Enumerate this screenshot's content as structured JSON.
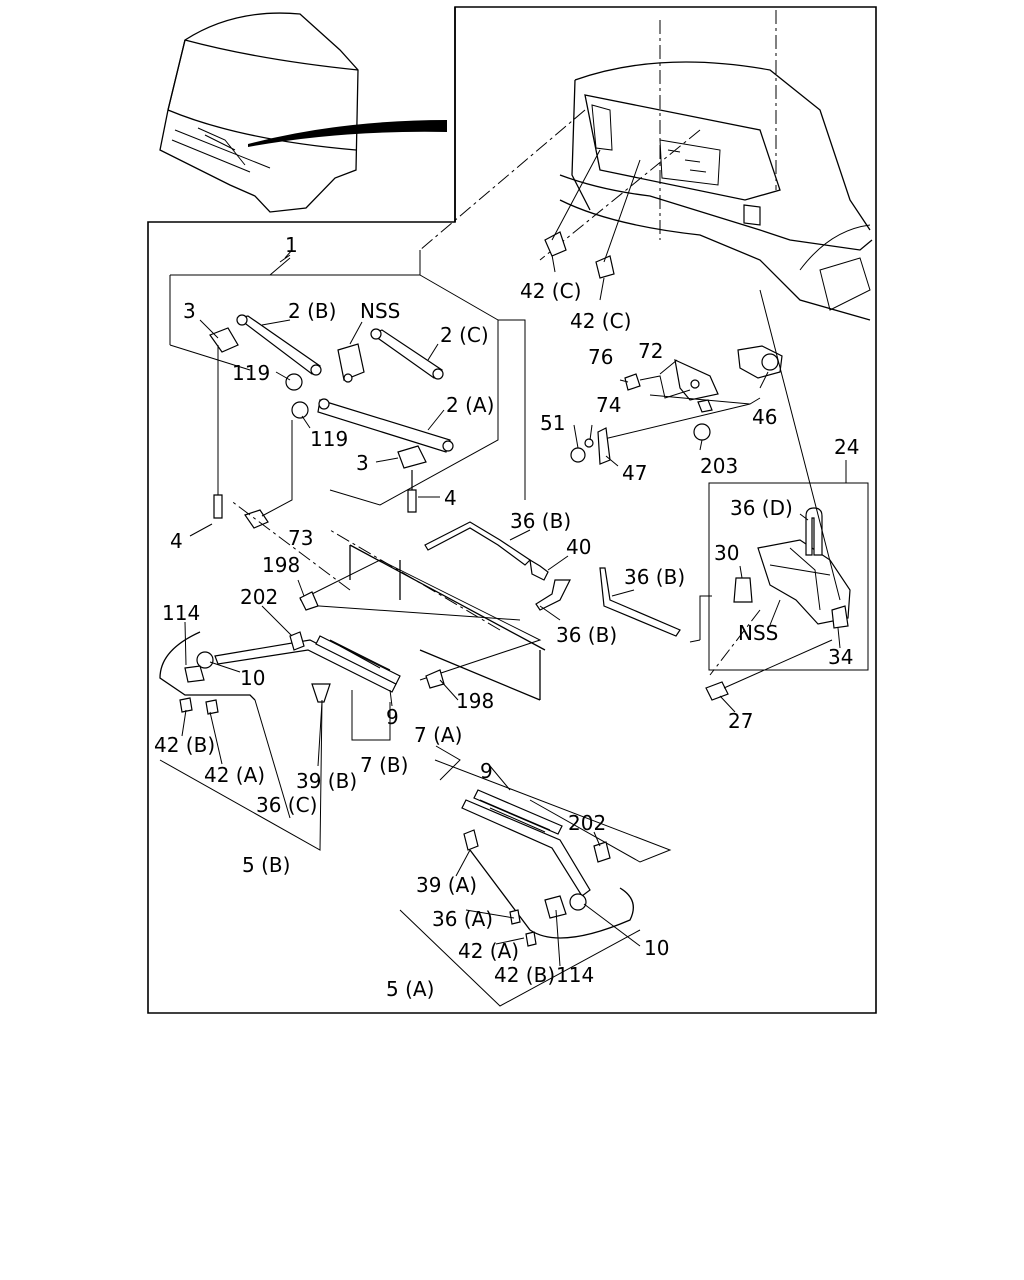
{
  "labels": {
    "l_1": "1",
    "l_3a": "3",
    "l_2b": "2 (B)",
    "l_nss1": "NSS",
    "l_2c": "2 (C)",
    "l_119a": "119",
    "l_119b": "119",
    "l_2a": "2 (A)",
    "l_3b": "3",
    "l_4a": "4",
    "l_4b": "4",
    "l_73": "73",
    "l_42c1": "42 (C)",
    "l_42c2": "42 (C)",
    "l_76": "76",
    "l_72": "72",
    "l_46": "46",
    "l_51": "51",
    "l_74": "74",
    "l_47": "47",
    "l_203": "203",
    "l_24": "24",
    "l_36d": "36 (D)",
    "l_30": "30",
    "l_nss2": "NSS",
    "l_34": "34",
    "l_27": "27",
    "l_36b1": "36 (B)",
    "l_40": "40",
    "l_36b2": "36 (B)",
    "l_36b3": "36 (B)",
    "l_198a": "198",
    "l_202a": "202",
    "l_114a": "114",
    "l_10a": "10",
    "l_198b": "198",
    "l_9a": "9",
    "l_7b": "7 (B)",
    "l_42b1": "42 (B)",
    "l_42a1": "42 (A)",
    "l_39b": "39 (B)",
    "l_36c": "36 (C)",
    "l_5b": "5 (B)",
    "l_7a": "7 (A)",
    "l_9b": "9",
    "l_202b": "202",
    "l_39a": "39 (A)",
    "l_36a": "36 (A)",
    "l_42a2": "42 (A)",
    "l_10b": "10",
    "l_5a": "5 (A)",
    "l_42b2": "42 (B)",
    "l_114b": "114"
  }
}
